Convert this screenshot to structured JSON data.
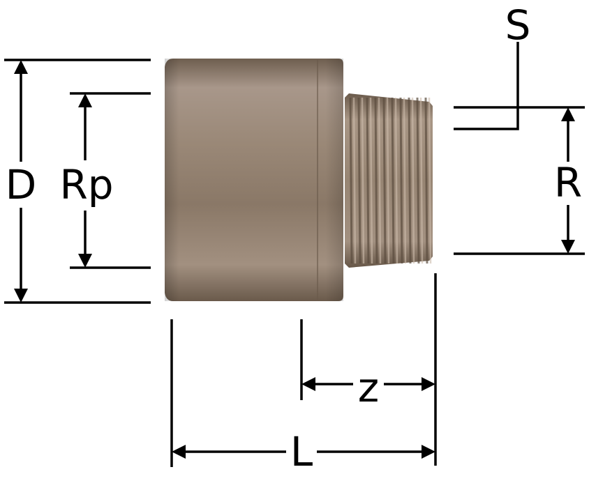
{
  "labels": {
    "D": "D",
    "Rp": "Rp",
    "S": "S",
    "R": "R",
    "z": "z",
    "L": "L"
  },
  "colors": {
    "body_metal": "#8f7d6c",
    "body_dark": "#5f5042",
    "body_light": "#b8a796",
    "thread_metal": "#9a8876",
    "lines": "#000000"
  }
}
